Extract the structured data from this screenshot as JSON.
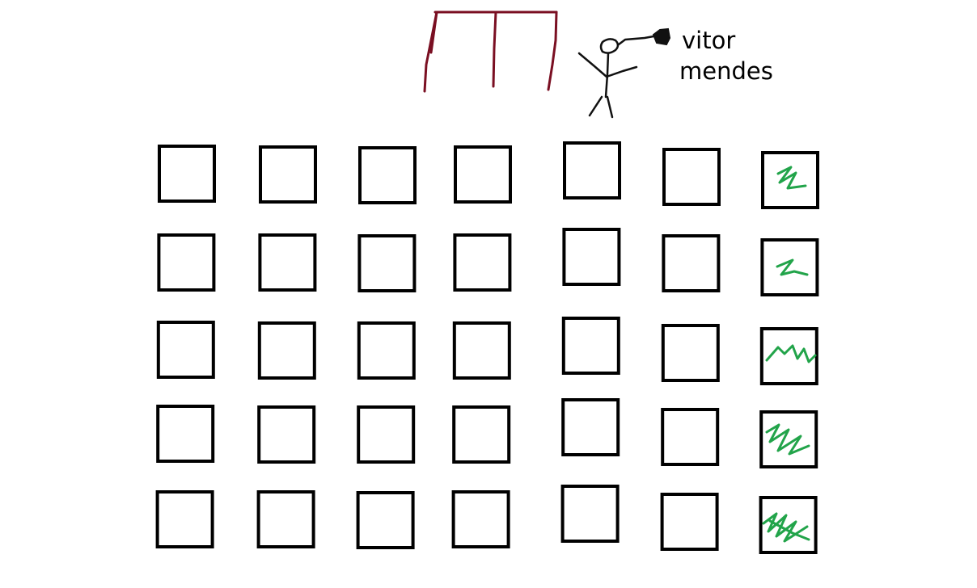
{
  "colors": {
    "background": "#ffffff",
    "outline": "#000000",
    "stand": "#7a0f22",
    "scribble": "#22a44a"
  },
  "annotation": {
    "line1": "vitor",
    "line2": "mendes"
  },
  "grid": {
    "rows": 5,
    "columns": 7,
    "scribbled_column": 7
  },
  "icons": [
    "presenter-figure-icon",
    "stand-icon"
  ]
}
